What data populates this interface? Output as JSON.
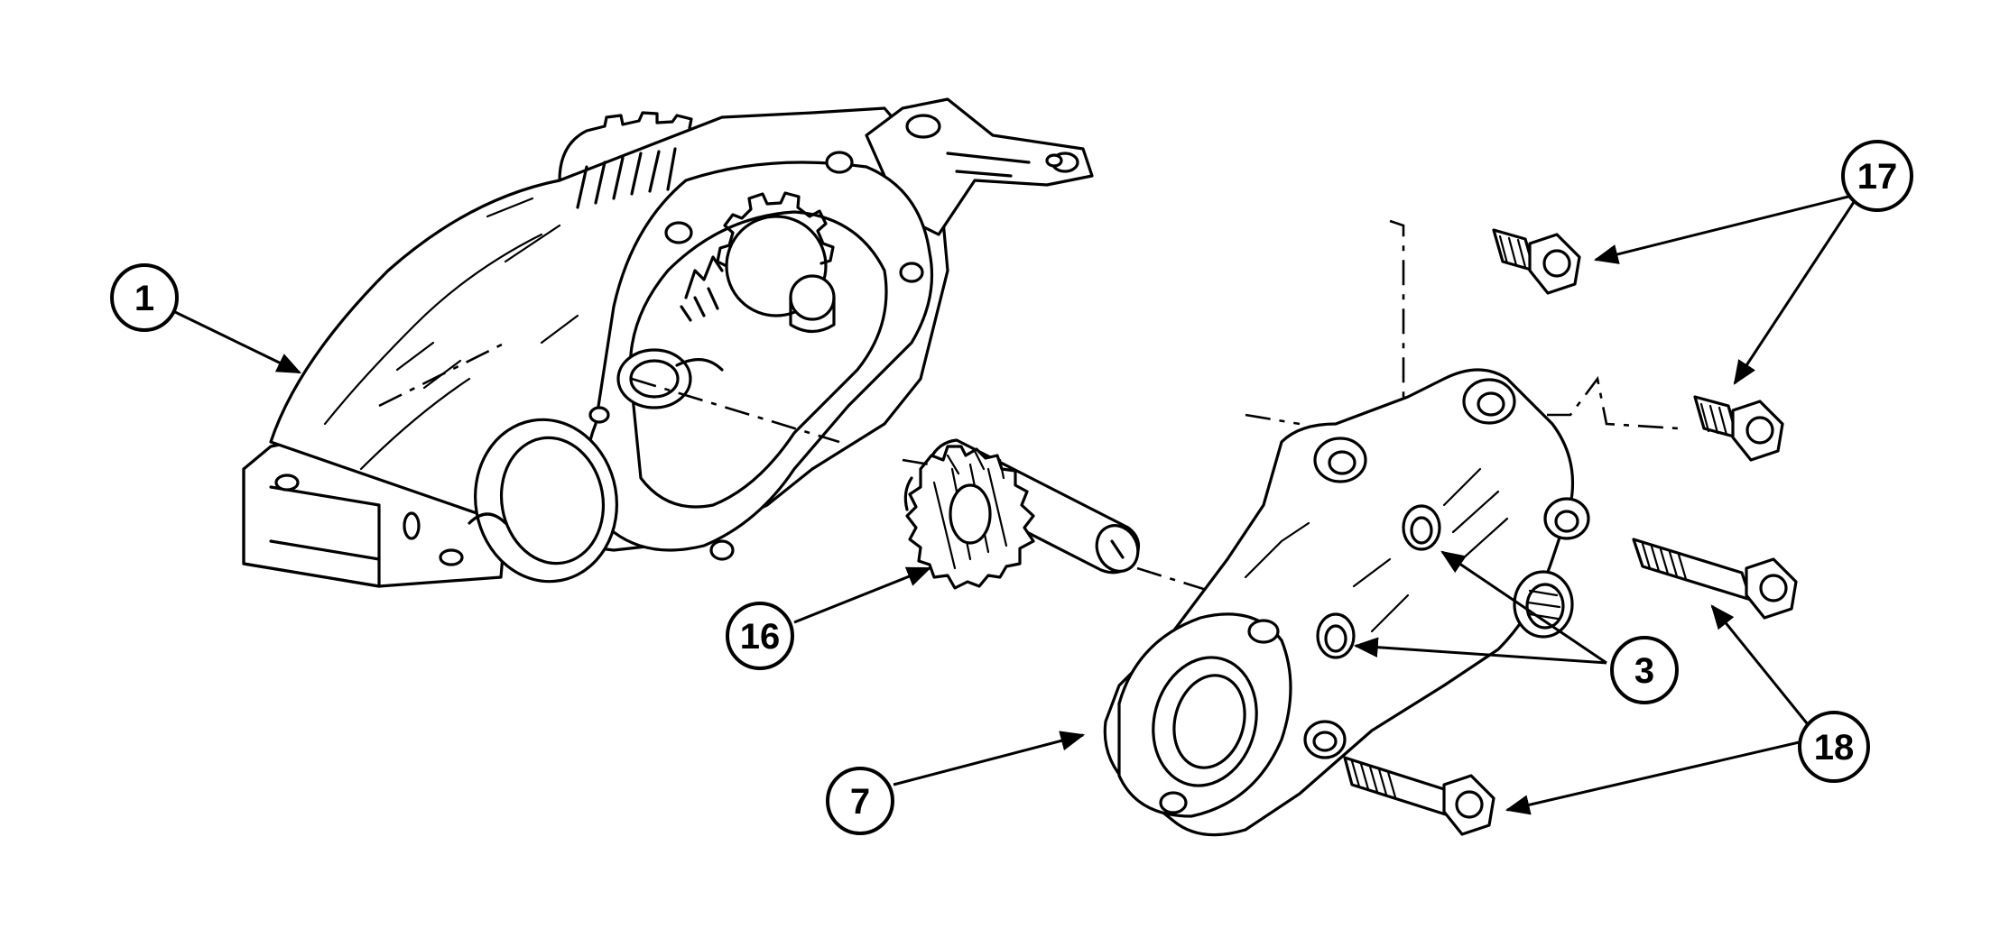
{
  "callouts": {
    "c1": "1",
    "c3": "3",
    "c7": "7",
    "c16": "16",
    "c17": "17",
    "c18": "18"
  },
  "parts": [
    "pump-housing",
    "oil-pump-cover",
    "idler-gear",
    "dowel-pins",
    "short-capscrews",
    "long-capscrews"
  ],
  "colors": {
    "ink": "#000000",
    "paper": "#ffffff"
  }
}
